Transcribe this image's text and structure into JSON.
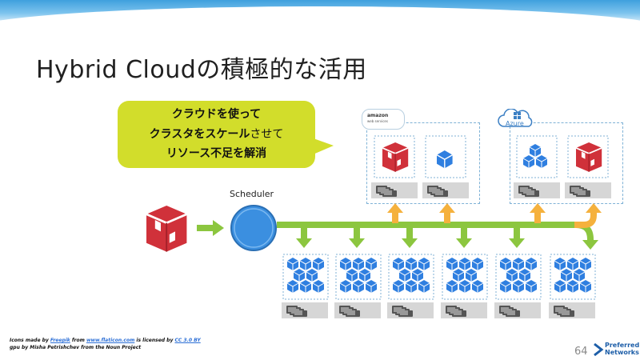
{
  "slide": {
    "title": "Hybrid Cloudの積極的な活用",
    "page_number": "64"
  },
  "callout": {
    "line1": "クラウドを使って",
    "line2_bold": "クラスタをスケール",
    "line2_light": "させて",
    "line3": "リソース不足を解消"
  },
  "scheduler": {
    "label": "Scheduler"
  },
  "clouds": {
    "aws": {
      "logo_text": "amazon",
      "logo_subtext": "web services"
    },
    "azure": {
      "logo_text": "Azure"
    }
  },
  "footer": {
    "credit_prefix": "Icons made by",
    "credit_author": "Freepik",
    "credit_from": "from",
    "credit_site": "www.flaticon.com",
    "credit_licensed": "is licensed by",
    "credit_license": "CC 3.0 BY",
    "gpu_credit": "gpu by Misha Petrishchev from the Noun Project"
  },
  "logo": {
    "line1": "Preferred",
    "line2": "Networks"
  },
  "colors": {
    "callout": "#d2dd2b",
    "green_arrow": "#8cc63f",
    "orange_arrow": "#f5b13d",
    "job_red": "#d0313a",
    "cube_blue": "#2f7fe0",
    "scheduler_blue": "#3b8fe0"
  }
}
